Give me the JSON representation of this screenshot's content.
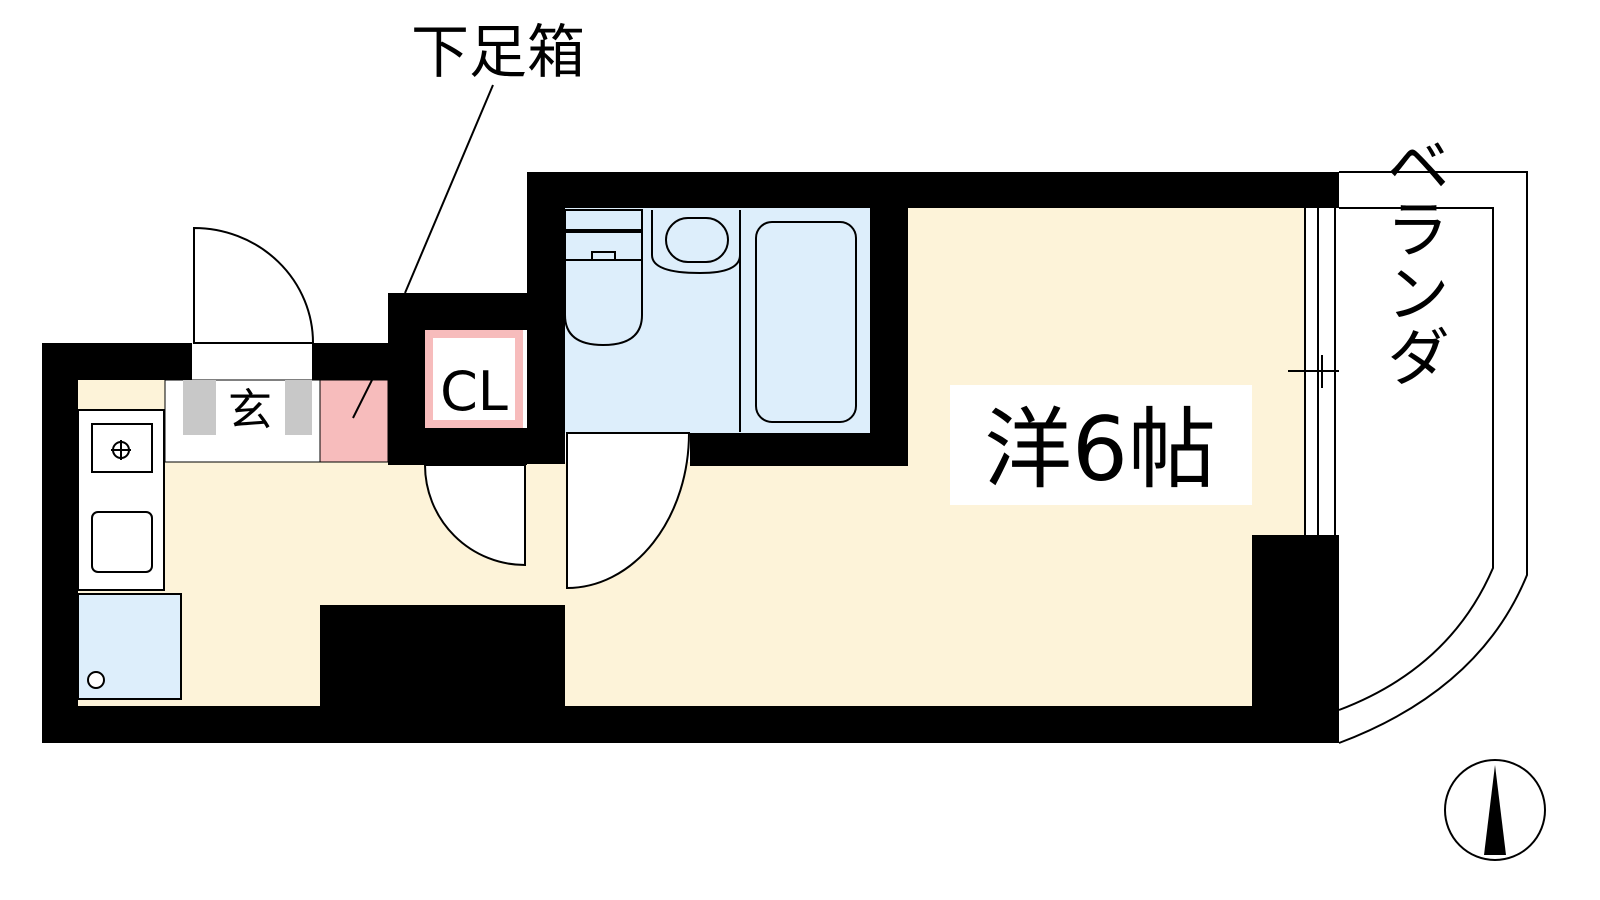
{
  "labels": {
    "shoe_box": "下足箱",
    "closet": "CL",
    "entrance": "玄",
    "room": "洋6帖",
    "veranda": "ベランダ"
  },
  "colors": {
    "wall": "#000000",
    "room_floor": "#fdf3d9",
    "wet_area": "#ddeefb",
    "closet_accent": "#f7bcbc",
    "entrance_floor": "#ffffff",
    "fixture_gray": "#c8c8c8"
  },
  "icons": {
    "north": "north-arrow-icon",
    "stove": "gas-stove-icon"
  }
}
